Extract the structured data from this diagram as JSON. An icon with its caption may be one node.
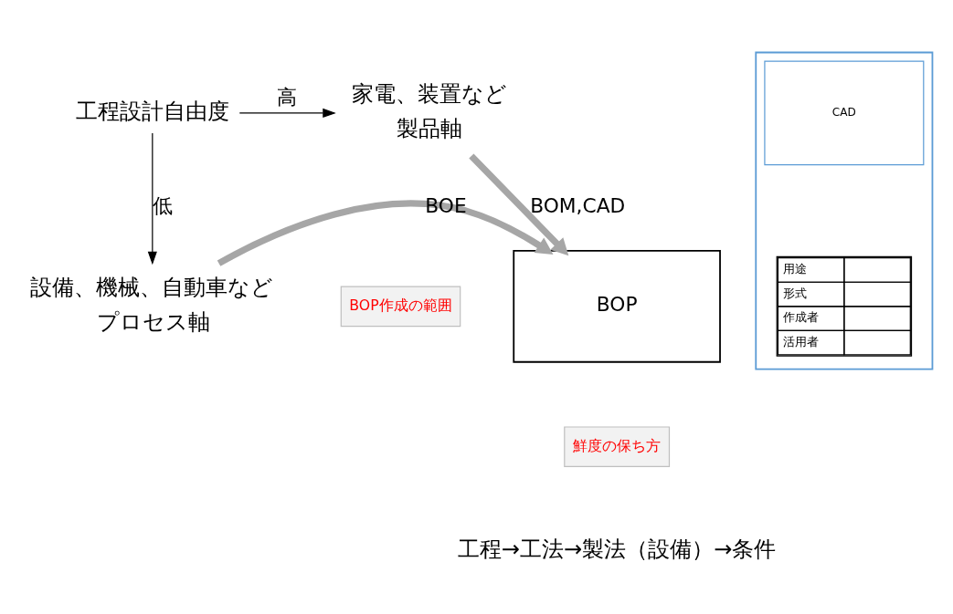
{
  "diagram": {
    "nodes": [
      {
        "text": [
          "製品軸"
        ],
        "beside": [
          "家電、装置など"
        ]
      },
      {
        "text": [
          "BOP"
        ]
      },
      {
        "text": [
          "BOP作成の範囲"
        ]
      },
      {
        "text": [
          "鮮度の保ち方"
        ]
      },
      {
        "text": [
          "工程設計自由度"
        ]
      },
      {
        "text": [
          "プロセス軸"
        ],
        "beside": [
          "設備、機械、自動車など"
        ]
      },
      {
        "text": [],
        "shape": "box"
      },
      {
        "text": [
          "CAD"
        ],
        "in": 6
      }
    ],
    "edges": [
      {
        "from": 0,
        "to": 1,
        "arrow": "to",
        "label": "BOM,CAD",
        "style": "thick",
        "color": "#a6a6a6"
      },
      {
        "from": 5,
        "to": 1,
        "arrow": "to",
        "label": "BOE",
        "style": "thick",
        "color": "#a6a6a6"
      },
      {
        "from": 4,
        "to": 0,
        "arrow": "to",
        "label": "高",
        "color": "#000000"
      },
      {
        "from": 4,
        "to": 5,
        "arrow": "to",
        "label": "低",
        "color": "#000000"
      }
    ],
    "labels": [
      "用途",
      "形式",
      "作成者",
      "活用者",
      "工程→工法→製法（設備）→条件"
    ]
  }
}
